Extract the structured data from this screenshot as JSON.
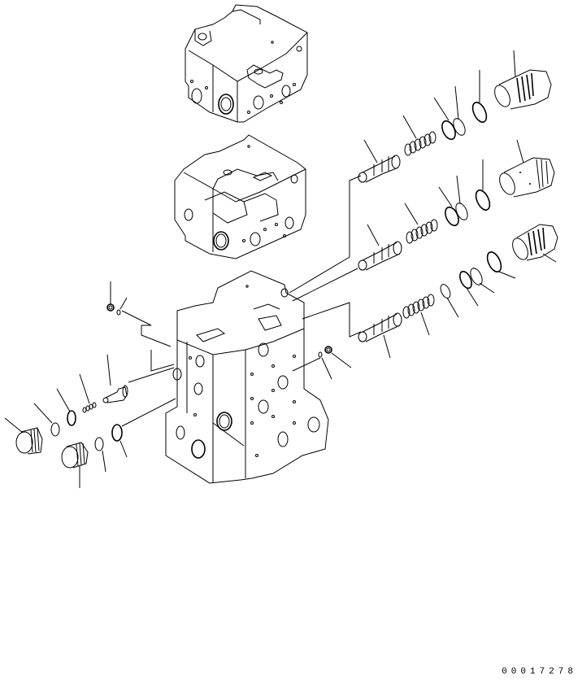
{
  "diagram": {
    "type": "exploded parts illustration",
    "subject": "hydraulic control valve assembly",
    "drawing_number": "00017278",
    "stroke_color": "#000000",
    "background_color": "#ffffff",
    "components": [
      {
        "id": "upper-valve-section",
        "label": "upper valve section"
      },
      {
        "id": "middle-valve-section",
        "label": "middle valve section"
      },
      {
        "id": "main-valve-body",
        "label": "main valve body"
      },
      {
        "id": "spool-row-1",
        "parts": [
          "spool",
          "spring",
          "backup-ring",
          "o-ring",
          "o-ring",
          "plug"
        ]
      },
      {
        "id": "spool-row-2",
        "parts": [
          "spool",
          "spring",
          "backup-ring",
          "o-ring",
          "o-ring",
          "plug"
        ]
      },
      {
        "id": "spool-row-3",
        "parts": [
          "spool",
          "spring",
          "ring",
          "o-ring",
          "backup-ring",
          "o-ring",
          "plug"
        ]
      },
      {
        "id": "left-group",
        "parts": [
          "plug",
          "ring",
          "o-ring",
          "spring",
          "valve",
          "plug",
          "ring",
          "o-ring"
        ]
      },
      {
        "id": "plug-fittings",
        "parts": [
          "small-plug",
          "small-o-ring",
          "small-plug-right",
          "small-o-ring-right"
        ]
      }
    ]
  }
}
